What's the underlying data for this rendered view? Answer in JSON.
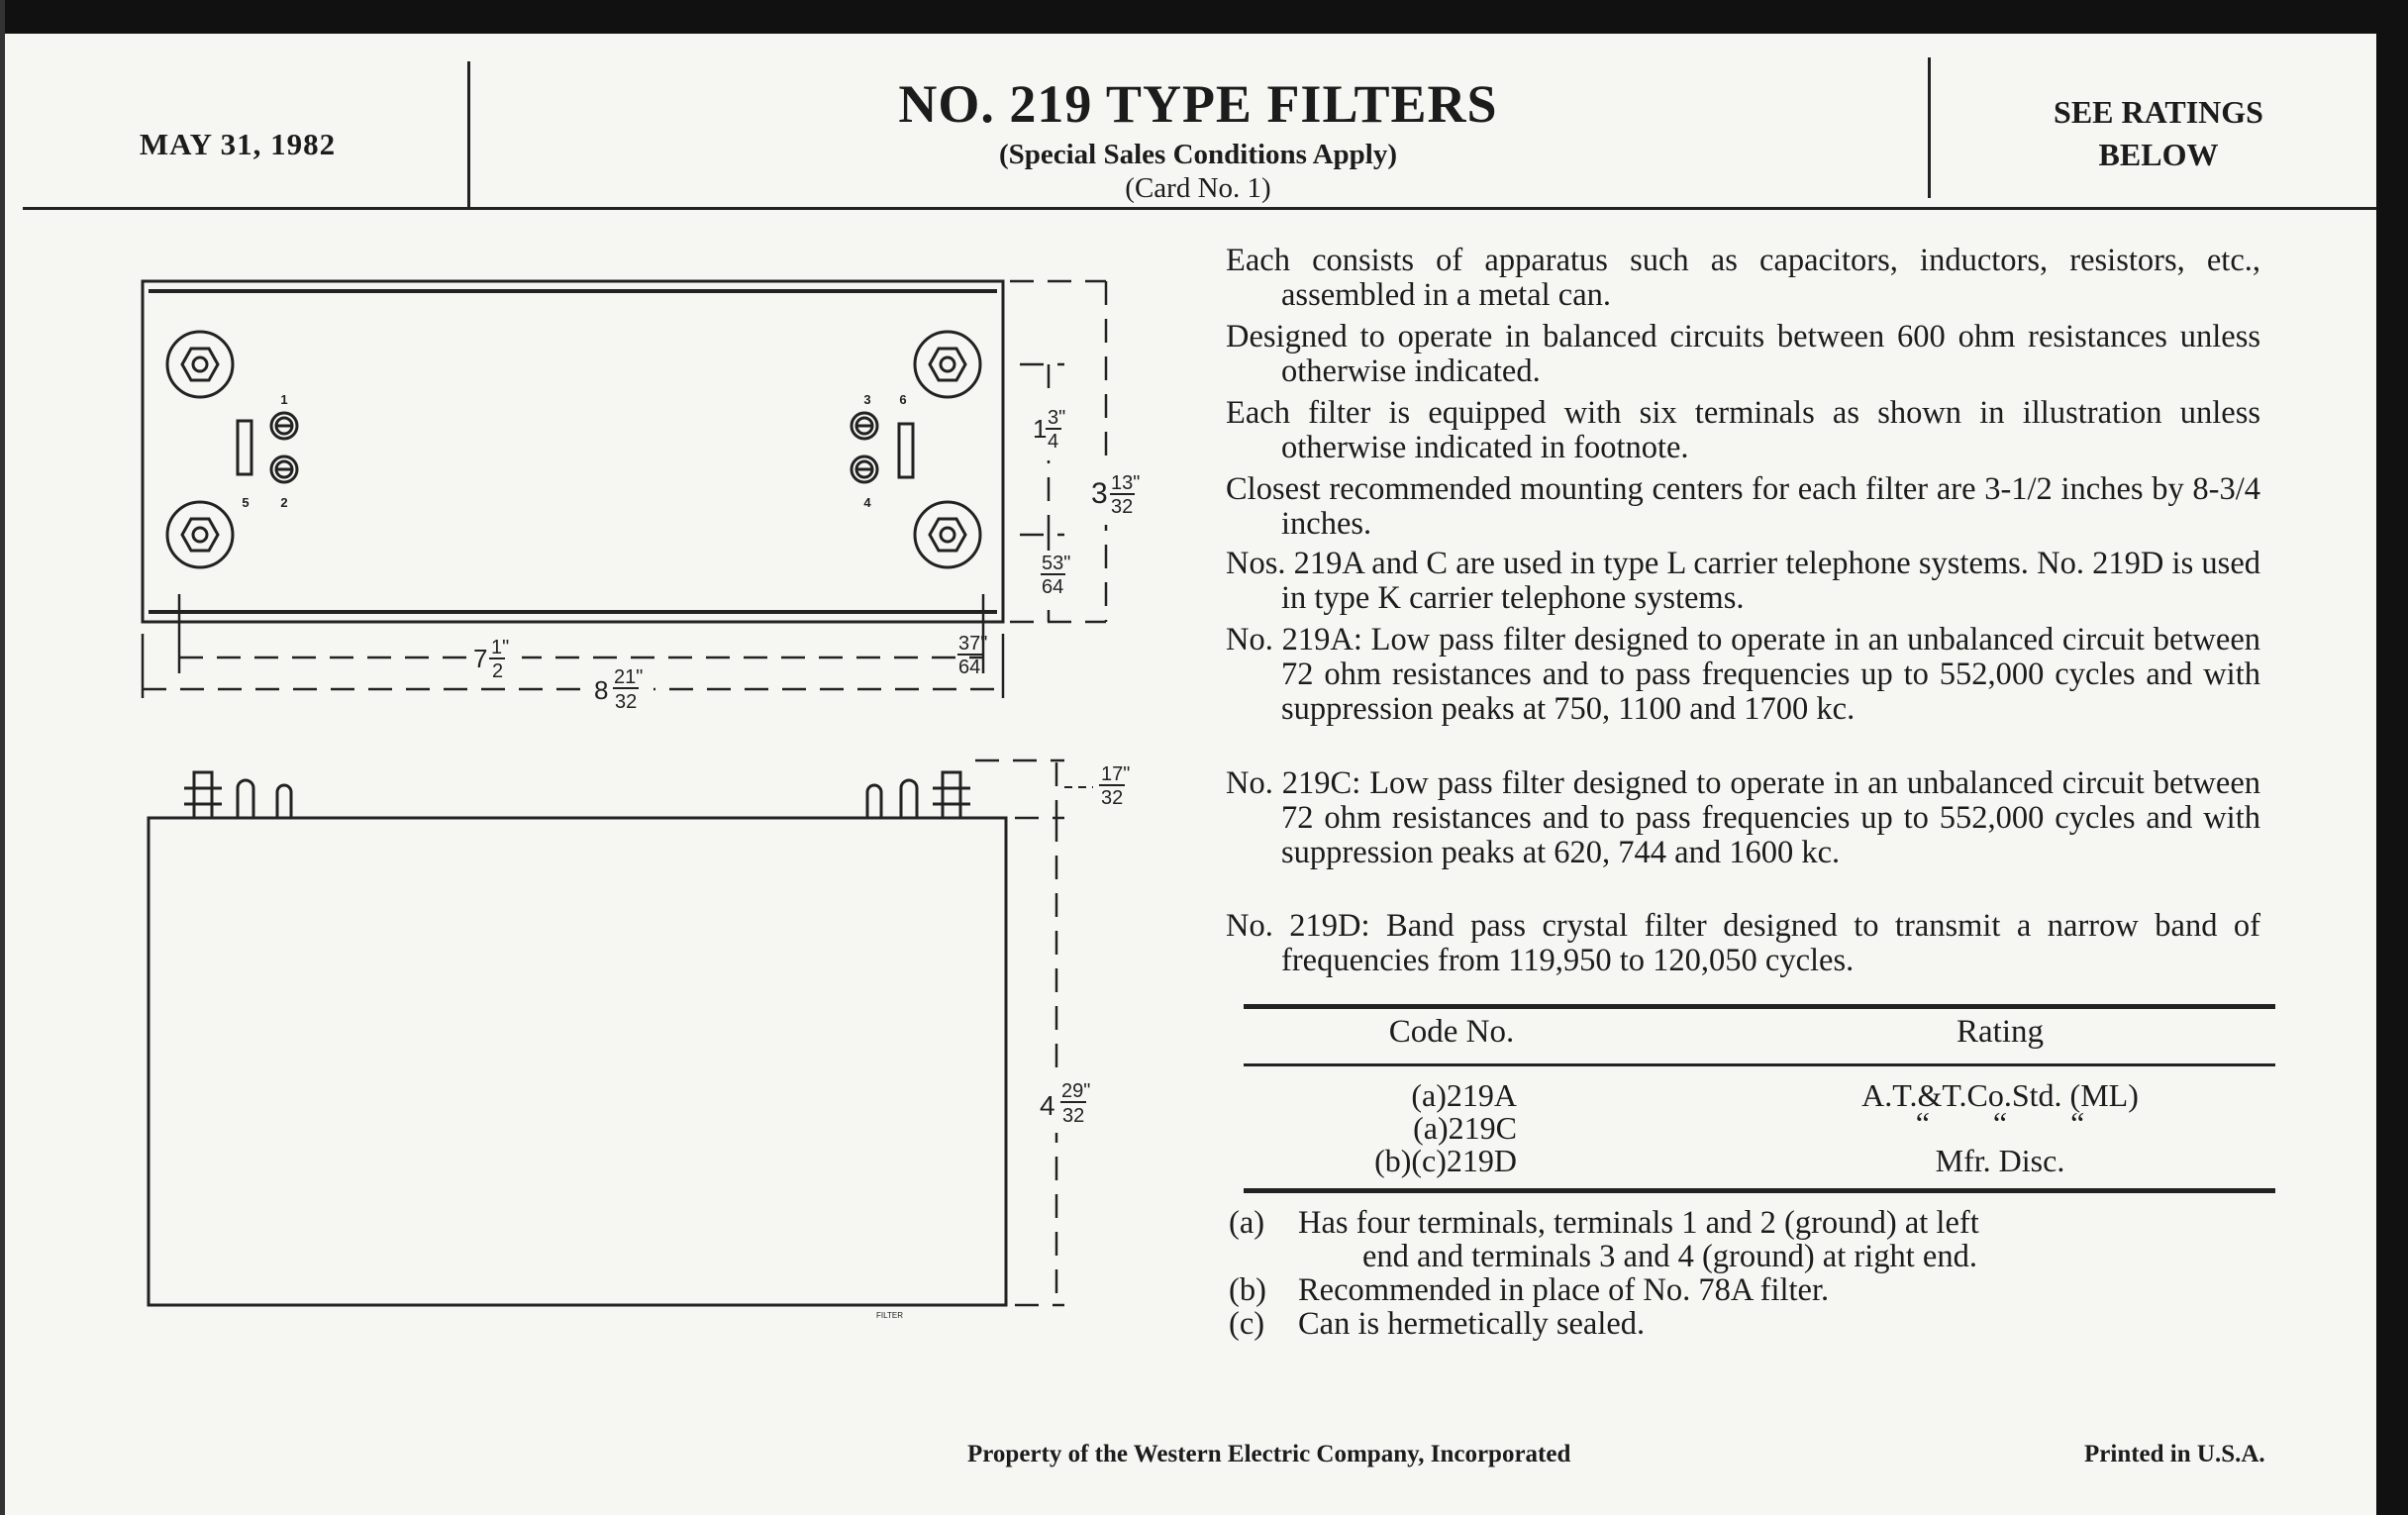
{
  "header": {
    "date": "MAY 31, 1982",
    "title": "NO. 219 TYPE FILTERS",
    "subtitle": "(Special Sales Conditions Apply)",
    "card": "(Card No. 1)",
    "rating_note_line1": "SEE RATINGS",
    "rating_note_line2": "BELOW"
  },
  "description": [
    "Each consists of apparatus such as capacitors, inductors, resistors, etc., assembled in a metal can.",
    "Designed to operate in balanced circuits between 600 ohm resistances unless otherwise indicated.",
    "Each filter is equipped with six terminals as shown in illustration unless otherwise indicated in footnote.",
    "Closest recommended mounting centers for each filter are 3-1/2 inches by 8-3/4 inches.",
    "Nos. 219A and C are used in type L carrier telephone systems. No. 219D is used in type K carrier telephone systems.",
    "No. 219A:  Low pass filter designed to operate in an unbalanced circuit between 72 ohm resistances and to pass frequencies up to 552,000 cycles and with suppression peaks at 750, 1100 and 1700 kc.",
    "No. 219C:  Low pass filter designed to operate in an unbalanced circuit between 72 ohm resistances and to pass frequencies up to 552,000 cycles and with suppression peaks at 620, 744 and 1600 kc.",
    "No. 219D:  Band pass crystal filter designed to transmit a narrow band of frequencies from 119,950 to 120,050 cycles."
  ],
  "table": {
    "columns": [
      "Code No.",
      "Rating"
    ],
    "rows": [
      {
        "code": "(a)219A",
        "rating": "A.T.&T.Co.Std. (ML)"
      },
      {
        "code": "(a)219C",
        "rating": "“        “        “"
      },
      {
        "code": "(b)(c)219D",
        "rating": "Mfr. Disc."
      }
    ]
  },
  "footnotes": [
    {
      "mark": "(a)",
      "text": "Has four terminals, terminals 1 and 2 (ground) at left",
      "cont": "end and terminals 3 and 4 (ground) at right end."
    },
    {
      "mark": "(b)",
      "text": "Recommended in place of No. 78A filter."
    },
    {
      "mark": "(c)",
      "text": "Can is hermetically sealed."
    }
  ],
  "drawing": {
    "terminal_labels": [
      "1",
      "5",
      "2",
      "3",
      "6",
      "4"
    ],
    "dims": {
      "height_total": {
        "whole": "3",
        "num": "13\"",
        "den": "32"
      },
      "mount_vertical": {
        "whole": "1",
        "num": "3\"",
        "den": "4"
      },
      "edge_offset": {
        "num": "53\"",
        "den": "64"
      },
      "mount_horizontal": {
        "whole": "7",
        "num": "1\"",
        "den": "2"
      },
      "end_offset": {
        "num": "37\"",
        "den": "64"
      },
      "length_total": {
        "whole": "8",
        "num": "21\"",
        "den": "32"
      },
      "terminal_height": {
        "num": "17\"",
        "den": "32"
      },
      "can_height": {
        "whole": "4",
        "num": "29\"",
        "den": "32"
      }
    },
    "tiny_label": "FILTER"
  },
  "footer": {
    "property": "Property of the Western Electric Company, Incorporated",
    "printed": "Printed in U.S.A."
  }
}
